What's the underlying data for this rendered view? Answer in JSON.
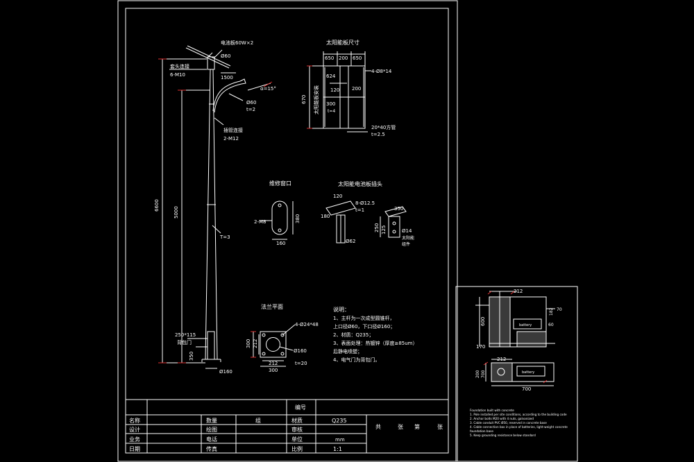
{
  "colors": {
    "background": "#000000",
    "lines": "#ffffff",
    "accent": "#e03030"
  },
  "pole": {
    "solar_panel": "电池板60W×2",
    "d_top": "Ø60",
    "pipe_connect": "套头连接",
    "m10": "6-M10",
    "arm_len": "1500",
    "angle": "α=15°",
    "d_arm": "Ø60",
    "t_arm": "t=2",
    "sleeve": "插管连接",
    "m12": "2-M12",
    "h_total": "6600",
    "h_main": "5000",
    "thickness": "T=3",
    "door_size": "250*115",
    "door": "背包门",
    "door_h": "350",
    "d_base": "Ø160"
  },
  "panel": {
    "title": "太阳能板尺寸",
    "top_dims": [
      "650",
      "200",
      "650"
    ],
    "d624": "624",
    "d120": "120",
    "d200": "200",
    "d300": "300",
    "t4": "t=4",
    "d670": "670",
    "vert_label": "太阳能板安装",
    "holes": "4-Ø8*14",
    "tube": "20*40方管",
    "tube_t": "t=2.5"
  },
  "window": {
    "title": "维修窗口",
    "m8": "2-M8",
    "h": "380",
    "w": "160"
  },
  "bracket": {
    "title": "太阳能电池板插头",
    "d120": "120",
    "holes": "8-Ø12.5",
    "t": "t=1",
    "d180": "180",
    "d62": "Ø62",
    "d350": "350",
    "d250": "250",
    "d125": "125",
    "d14": "Ø14",
    "note": "太阳能",
    "note2": "组件"
  },
  "flange": {
    "title": "法兰平面",
    "holes": "4-Ø24*48",
    "d300v": "300",
    "d212v": "212",
    "d160": "Ø160",
    "d212h": "212",
    "d300h": "300",
    "t": "t=20"
  },
  "notes": {
    "title": "说明：",
    "lines": [
      "1、主杆为一次成型圆锥杆，",
      "   上口径Ø60，下口径Ø160；",
      "2、材质：Q235；",
      "3、表面处理：热镀锌（厚度≥85um）",
      "   后静电喷塑；",
      "4、电气门为背包门。"
    ]
  },
  "titleblock": {
    "code_label": "编号",
    "row1": [
      "名称",
      "数量",
      "组",
      "材质",
      "Q235"
    ],
    "row2": [
      "设计",
      "绘图",
      "审核"
    ],
    "row3": [
      "业务",
      "电话",
      "单位",
      "mm"
    ],
    "row4": [
      "日期",
      "传真",
      "比例",
      "1:1"
    ],
    "pages": [
      "共",
      "张",
      "第",
      "张"
    ]
  },
  "foundation": {
    "d212": "212",
    "d600": "600",
    "d170": "170",
    "d182": "182",
    "d60": "60",
    "d70": "70",
    "box": "battery",
    "d212b": "212",
    "d700a": "700",
    "d700b": "700",
    "d200": "200",
    "box2": "battery",
    "notes": [
      "Foundation built with concrete",
      "1. Pole installed per site conditions, according to the building code",
      "2. Anchor bolts M20 with 4 nuts, galvanized",
      "3. Cable conduit PVC Ø50, reserved in concrete base",
      "4. Cable connection box in place of batteries, light-weight concrete",
      "   foundation base",
      "5. Keep grounding resistance below standard"
    ]
  }
}
